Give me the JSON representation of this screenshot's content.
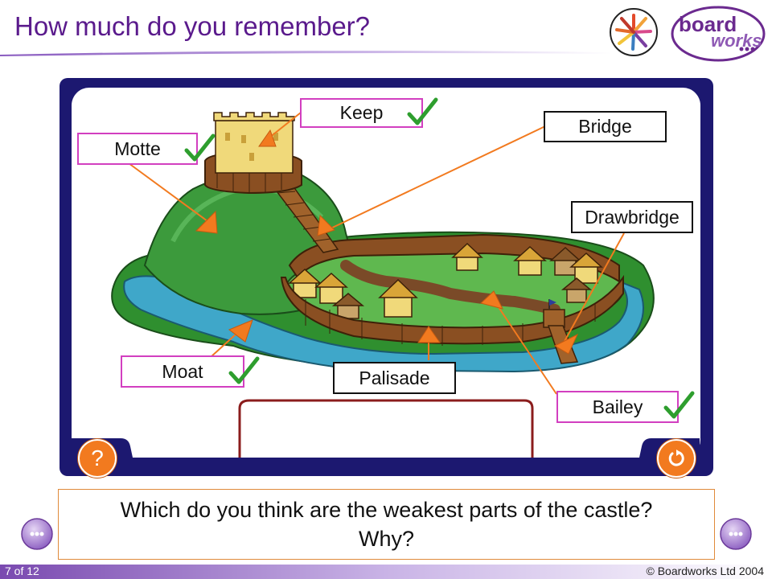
{
  "header": {
    "title": "How much do you remember?",
    "brand_line1": "board",
    "brand_line2": "works"
  },
  "labels": {
    "keep": "Keep",
    "bridge": "Bridge",
    "motte": "Motte",
    "drawbridge": "Drawbridge",
    "moat": "Moat",
    "palisade": "Palisade",
    "bailey": "Bailey"
  },
  "controls": {
    "help_glyph": "?",
    "reset_icon": "reset-icon"
  },
  "question": {
    "line1": "Which do you think are the weakest parts of the castle?",
    "line2": "Why?"
  },
  "footer": {
    "page": "7 of 12",
    "copyright": "© Boardworks Ltd 2004"
  },
  "colors": {
    "title": "#5a1a8c",
    "panel": "#1c1870",
    "accent_orange": "#f27a1f",
    "tick_green": "#2e9e2e",
    "label_pink": "#d23fc0"
  }
}
